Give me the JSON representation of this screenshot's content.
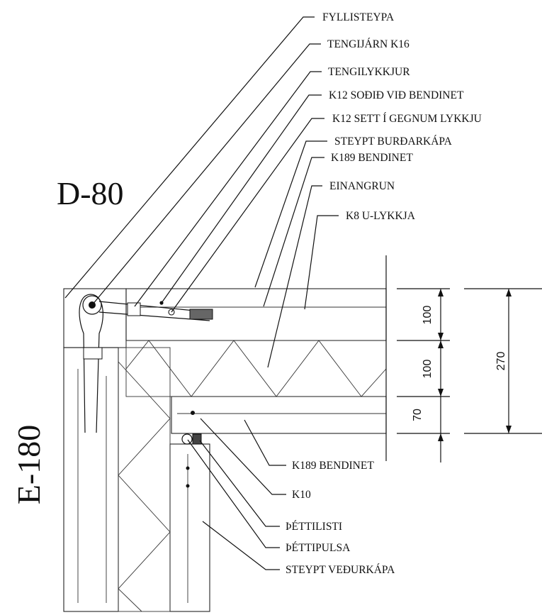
{
  "wall_codes": {
    "top": "D-80",
    "side": "E-180"
  },
  "callouts_top": [
    "FYLLISTEYPA",
    "TENGIJÁRN K16",
    "TENGILYKKJUR",
    "K12 SOÐIÐ VIÐ BENDINET",
    "K12 SETT Í GEGNUM LYKKJU",
    "STEYPT BURÐARKÁPA",
    "K189 BENDINET",
    "EINANGRUN",
    "K8 U-LYKKJA"
  ],
  "callouts_bottom": [
    "K189 BENDINET",
    "K10",
    "ÞÉTTILISTI",
    "ÞÉTTIPULSA",
    "STEYPT VEÐURKÁPA"
  ],
  "dimensions": {
    "layers": [
      "100",
      "100",
      "70"
    ],
    "total": "270"
  }
}
